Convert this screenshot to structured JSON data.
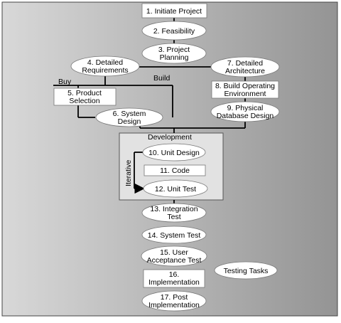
{
  "colors": {
    "panel_light": "#d4d4d4",
    "panel_dark": "#9a9a9a",
    "node_fill": "#ffffff",
    "line": "#000000",
    "dev_box": "#e2e2e2"
  },
  "labels": {
    "buy": "Buy",
    "build": "Build",
    "development": "Development",
    "iterative": "Iterative",
    "testing_tasks": "Testing Tasks"
  },
  "nodes": {
    "n1": [
      "1. Initiate Project"
    ],
    "n2": [
      "2. Feasibility"
    ],
    "n3": [
      "3. Project",
      "Planning"
    ],
    "n4": [
      "4. Detailed",
      "Requirements"
    ],
    "n5": [
      "5. Product",
      "Selection"
    ],
    "n6": [
      "6. System",
      "Design"
    ],
    "n7": [
      "7. Detailed",
      "Architecture"
    ],
    "n8": [
      "8. Build Operating",
      "Environment"
    ],
    "n9": [
      "9. Physical",
      "Database Design"
    ],
    "n10": [
      "10. Unit Design"
    ],
    "n11": [
      "11. Code"
    ],
    "n12": [
      "12. Unit Test"
    ],
    "n13": [
      "13. Integration",
      "Test"
    ],
    "n14": [
      "14. System Test"
    ],
    "n15": [
      "15. User",
      "Acceptance Test"
    ],
    "n16": [
      "16.",
      "Implementation"
    ],
    "n17": [
      "17. Post",
      "Implementation"
    ]
  }
}
